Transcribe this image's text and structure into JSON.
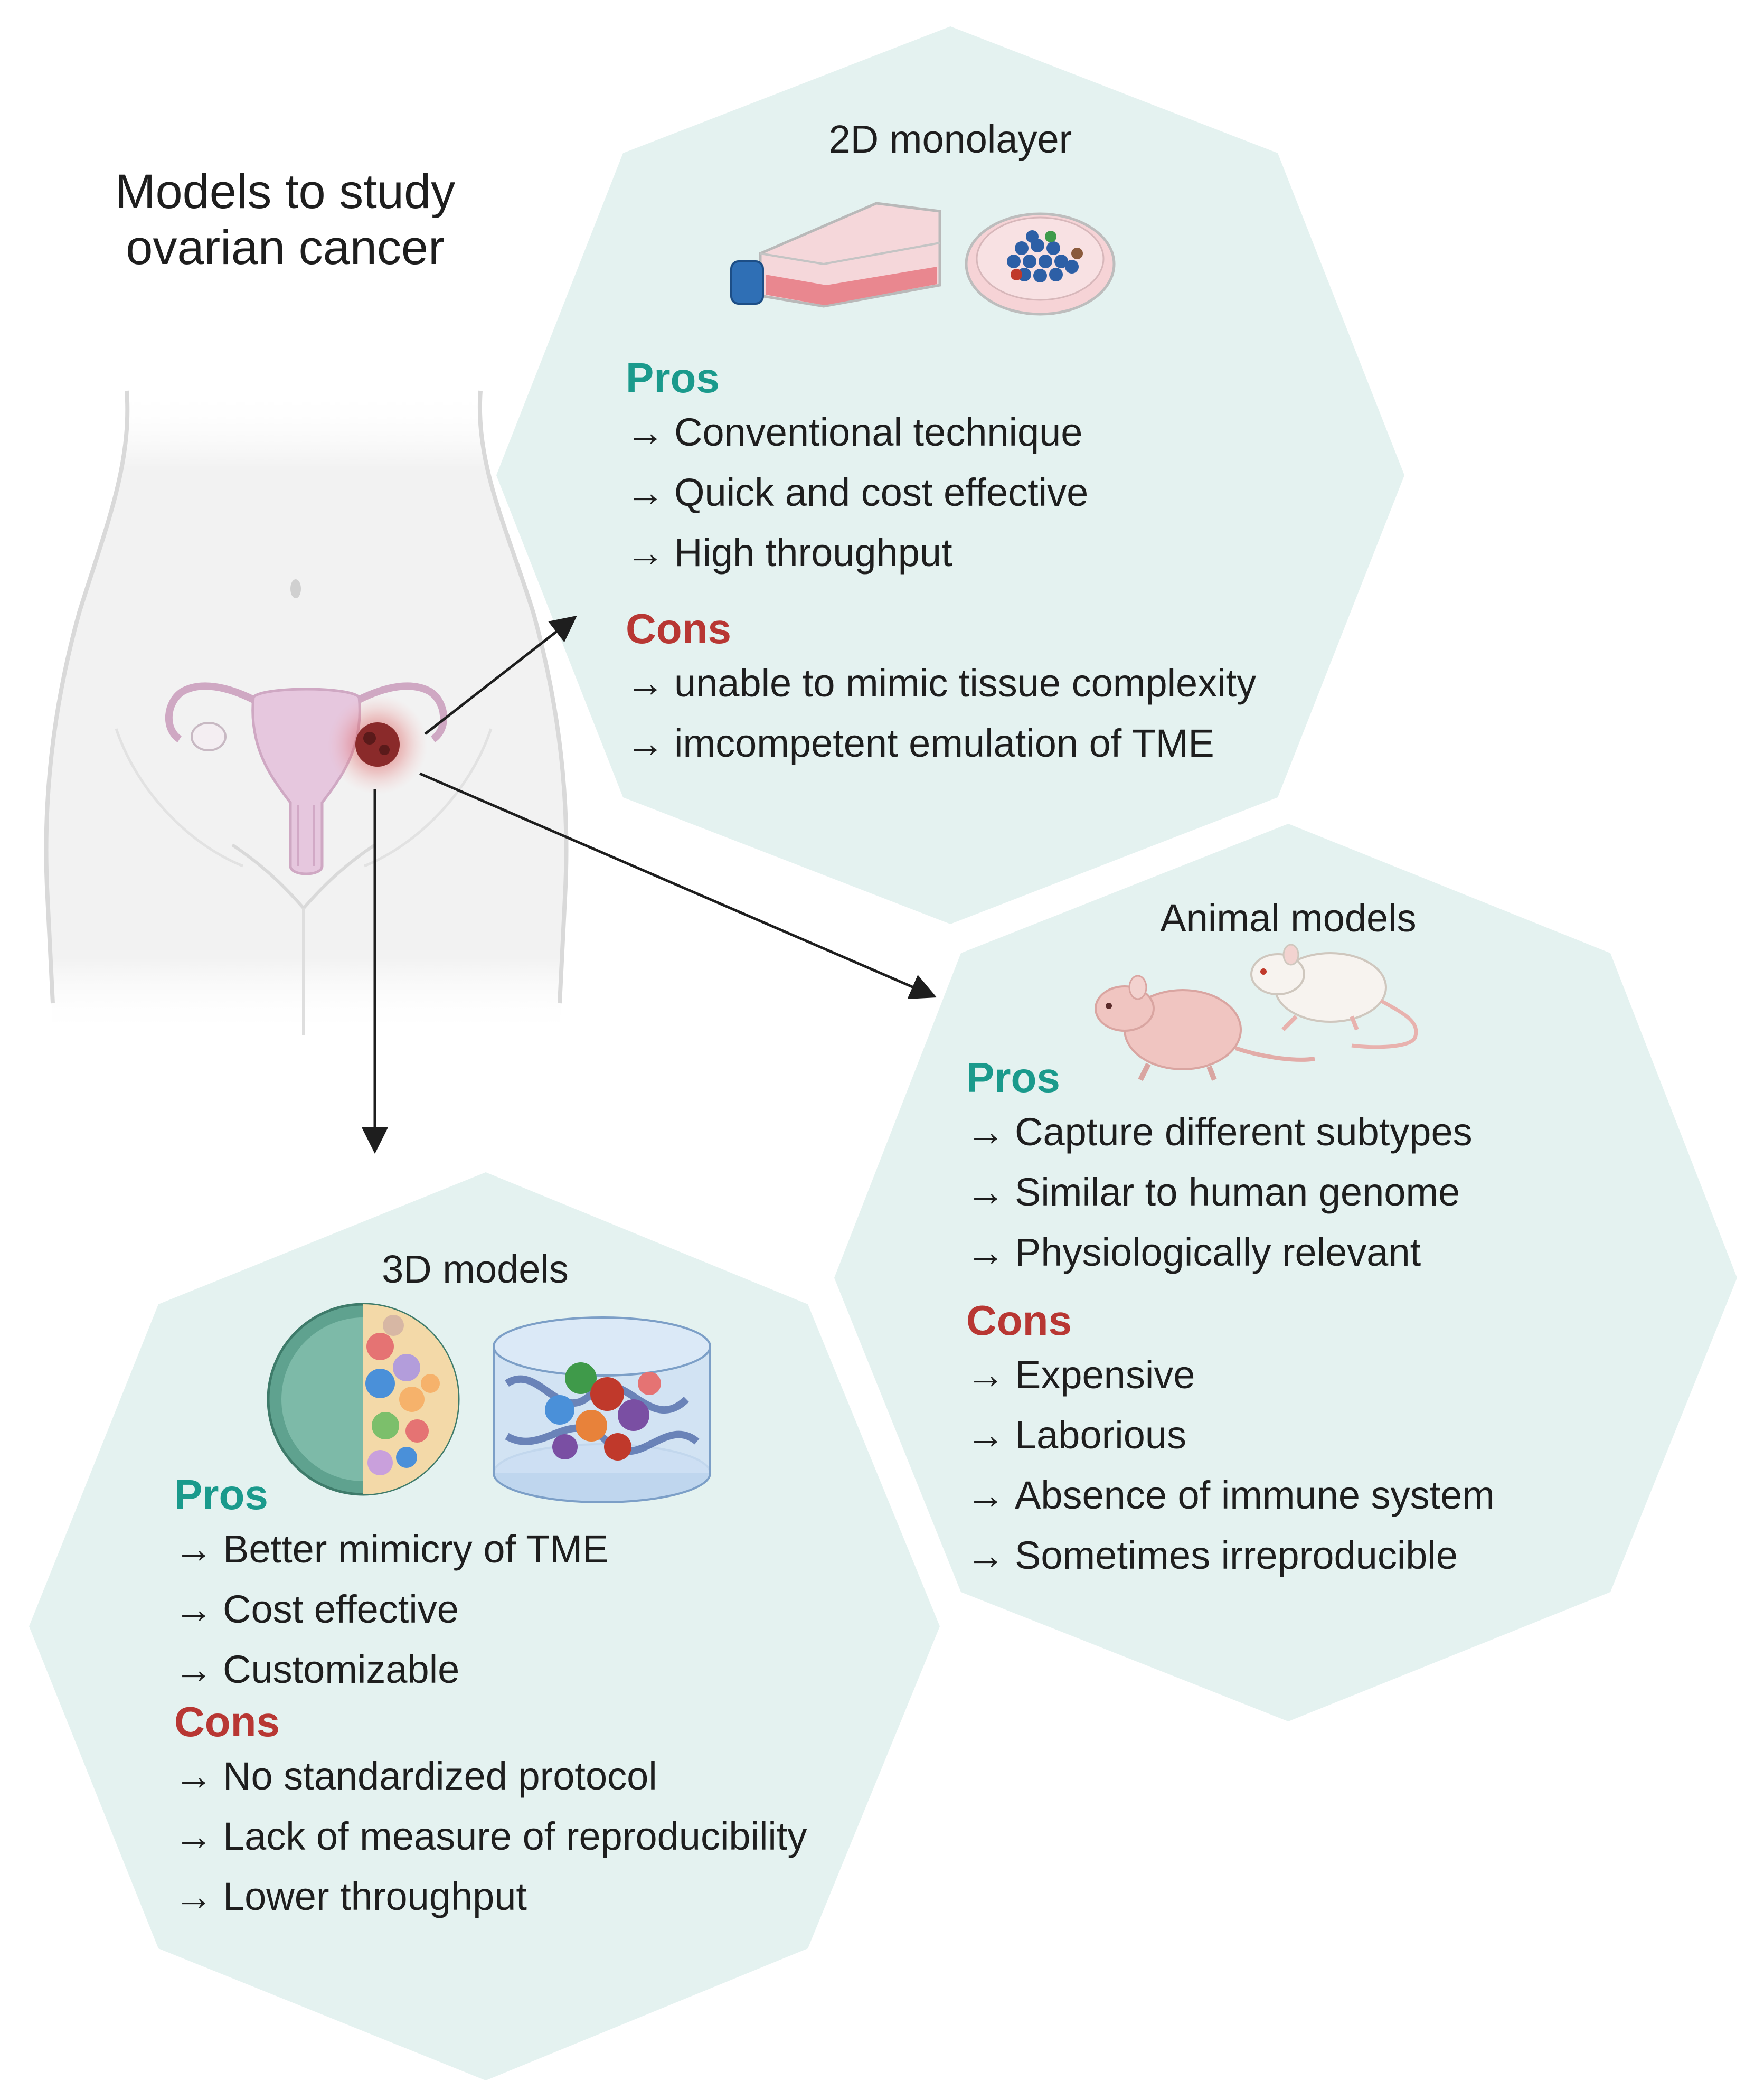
{
  "title": {
    "line1": "Models to study",
    "line2": "ovarian cancer"
  },
  "colors": {
    "panel_fill": "#e4f2f0",
    "pros": "#1a9a8c",
    "cons": "#b83733",
    "body_outline": "#d9d9d9",
    "uterus": "#e6c7de",
    "tumor": "#8a2a2a"
  },
  "arrow_glyph": "→",
  "panels": {
    "monolayer": {
      "title": "2D monolayer",
      "icons": [
        "culture-flask-icon",
        "petri-dish-icon"
      ],
      "pros_label": "Pros",
      "pros": [
        "Conventional technique",
        "Quick and cost effective",
        "High throughput"
      ],
      "cons_label": "Cons",
      "cons": [
        "unable to mimic tissue complexity",
        "imcompetent emulation of TME"
      ]
    },
    "animal": {
      "title": "Animal models",
      "icons": [
        "nude-mouse-icon",
        "white-mouse-icon"
      ],
      "pros_label": "Pros",
      "pros": [
        "Capture different subtypes",
        "Similar to human genome",
        "Physiologically relevant"
      ],
      "cons_label": "Cons",
      "cons": [
        "Expensive",
        "Laborious",
        "Absence of immune system",
        "Sometimes irreproducible"
      ]
    },
    "three_d": {
      "title": "3D models",
      "icons": [
        "spheroid-icon",
        "hydrogel-scaffold-icon"
      ],
      "pros_label": "Pros",
      "pros": [
        "Better mimicry of TME",
        "Cost effective",
        "Customizable"
      ],
      "cons_label": "Cons",
      "cons": [
        "No standardized protocol",
        "Lack of measure of reproducibility",
        "Lower throughput"
      ]
    }
  }
}
